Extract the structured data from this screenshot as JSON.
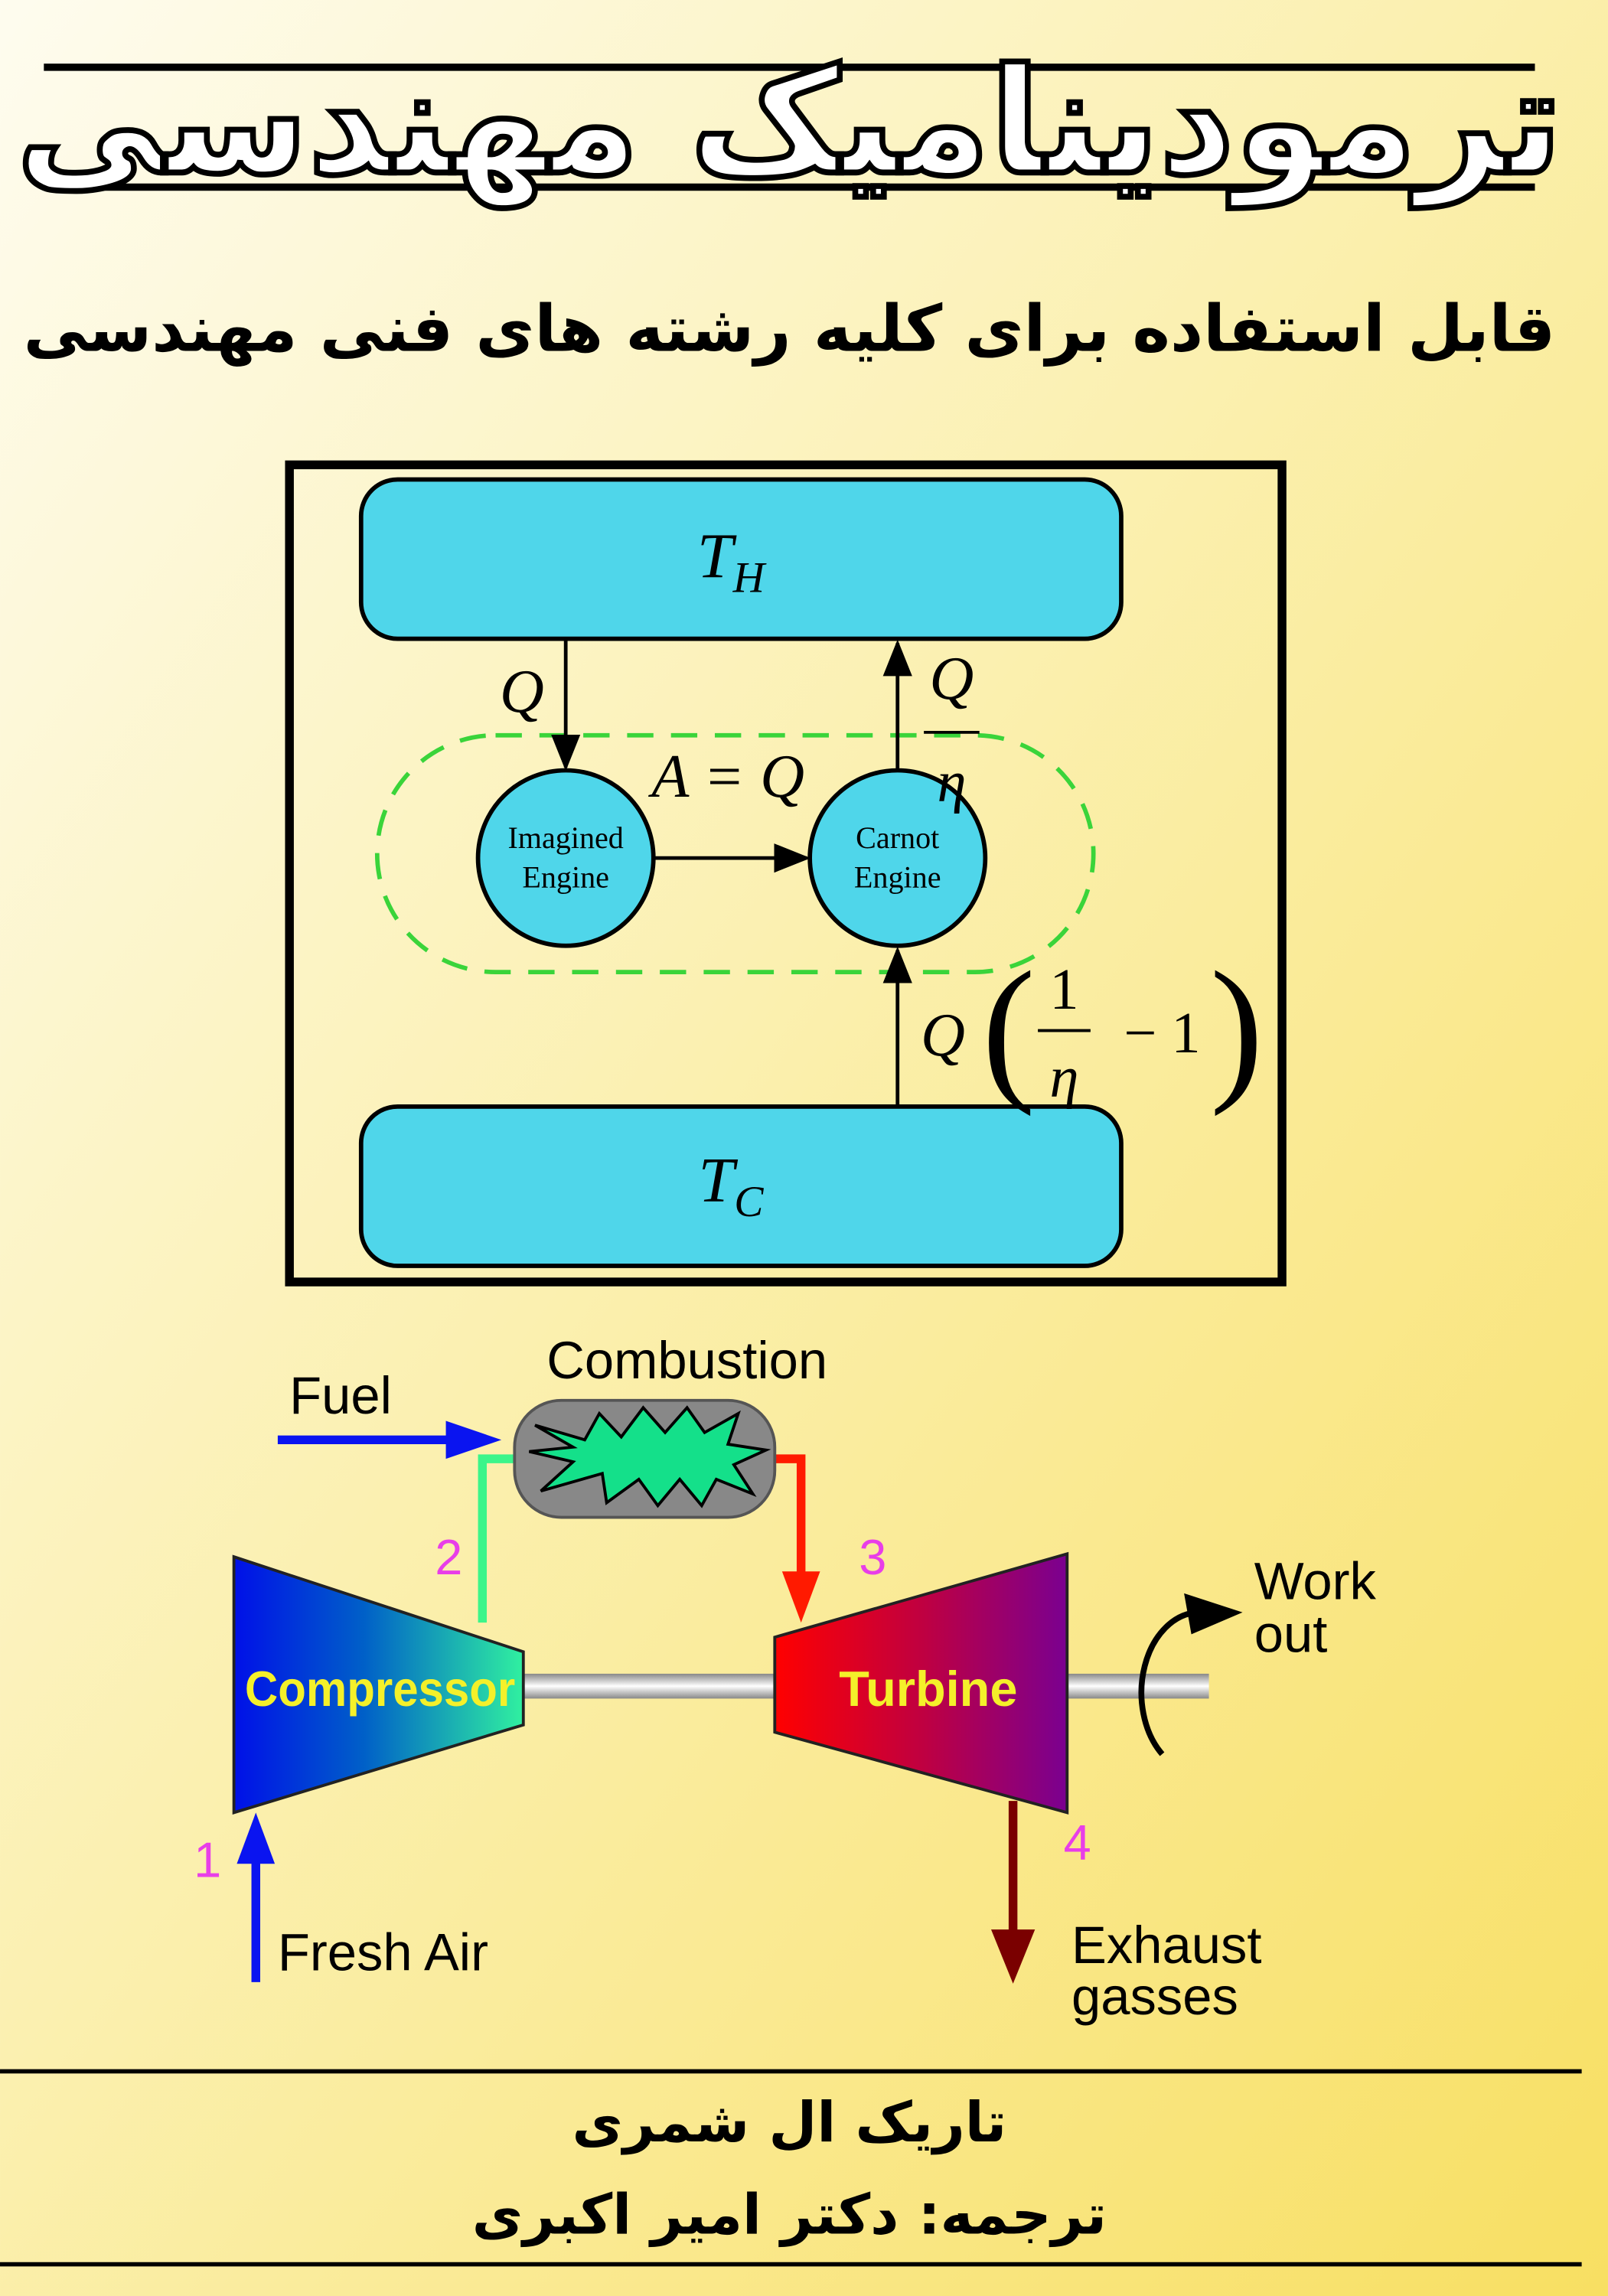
{
  "cover": {
    "title": "ترمودینامیک مهندسی",
    "subtitle": "قابل استفاده برای کلیه رشته های فنی مهندسی",
    "author": "تاریک ال شمری",
    "translator": "ترجمه: دکتر امیر اکبری"
  },
  "carnot_diagram": {
    "hot_reservoir": {
      "symbol": "T",
      "subscript": "H"
    },
    "cold_reservoir": {
      "symbol": "T",
      "subscript": "C"
    },
    "imagined_engine": [
      "Imagined",
      "Engine"
    ],
    "carnot_engine": [
      "Carnot",
      "Engine"
    ],
    "heat_in_label": "Q",
    "work_label": "A = Q",
    "heat_out_numerator": "Q",
    "heat_out_denominator": "η",
    "cold_label": {
      "q": "Q",
      "open": "(",
      "numerator": "1",
      "denominator": "η",
      "minus_one": "− 1",
      "close": ")"
    },
    "colors": {
      "reservoir": "#4fd6ea",
      "boundary": "#3ad43a"
    }
  },
  "turbine_diagram": {
    "combustion": "Combustion",
    "fuel": "Fuel",
    "compressor": "Compressor",
    "turbine": "Turbine",
    "work_out": [
      "Work",
      "out"
    ],
    "fresh_air": "Fresh Air",
    "exhaust": [
      "Exhaust",
      "gasses"
    ],
    "stations": [
      "1",
      "2",
      "3",
      "4"
    ],
    "colors": {
      "fuel": "#0a14f0",
      "compressed": "#3cf58a",
      "hot": "#ff1a00",
      "exhaust": "#7a0000",
      "station": "#e83ee8",
      "label": "#f4f02a"
    }
  }
}
